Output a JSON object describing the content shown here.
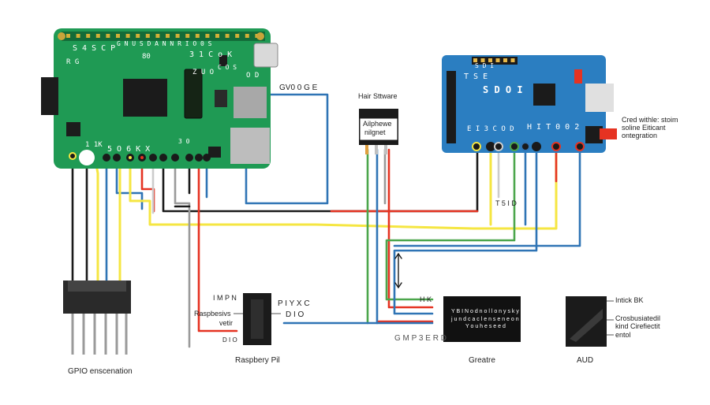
{
  "pi_board": {
    "silk_top": "S 4 S C P",
    "silk_row": "G N U S D A N  N R I O 0 S",
    "silk_80": "80",
    "silk_31ck": "3 1  C o K",
    "silk_cos": "C O S",
    "silk_od": "O D",
    "silk_rg": "R G",
    "silk_zuo": "Z U O",
    "silk_11k": "1 1K",
    "silk_506": "5 O 6 K X",
    "silk_30": "3 0"
  },
  "header_pin_label": "GV0 0 G E",
  "sensor": {
    "title": "Hair Sttware",
    "body_lines": [
      "Ailphewe",
      "nilgnet"
    ]
  },
  "arduino": {
    "silk_tse": "T S E",
    "silk_sdoi": "S D O I",
    "silk_hit": "H I T 0 0 2",
    "silk_row": "E I 3 C O D",
    "silk_top": "S D I",
    "tag": "T 5 I D"
  },
  "arduino_note": [
    "Cred withle: stoim",
    "soline Eiticant",
    "ontegration"
  ],
  "breadboard_label": "GPIO enscenation",
  "ic_chip": {
    "labels_left": [
      "I M P N",
      "Raspbesivs",
      "vetir",
      "D I O"
    ],
    "label_right": "P I Y X C",
    "label_right2": "D I O",
    "caption": "Raspbery Pil"
  },
  "middle_labels": {
    "hk": "H K",
    "gmp": "G M P 3 E R D"
  },
  "display": {
    "lines": [
      "Y B I  N o d n o l l o n y  s k y",
      "j u n d  c a c l  e n s e n e o n",
      "Y o u  h e s e e d"
    ],
    "caption": "Greatre"
  },
  "aud": {
    "caption": "AUD",
    "notes": [
      "Intick BK",
      "Crosbusiatedil",
      "kind Cirefiectit",
      "entol"
    ]
  },
  "wire_colors": {
    "black": "#1a1a1a",
    "red": "#e53322",
    "yellow": "#f5e642",
    "blue": "#2f74b5",
    "green": "#4ca64c",
    "gray": "#9a9a9a"
  }
}
